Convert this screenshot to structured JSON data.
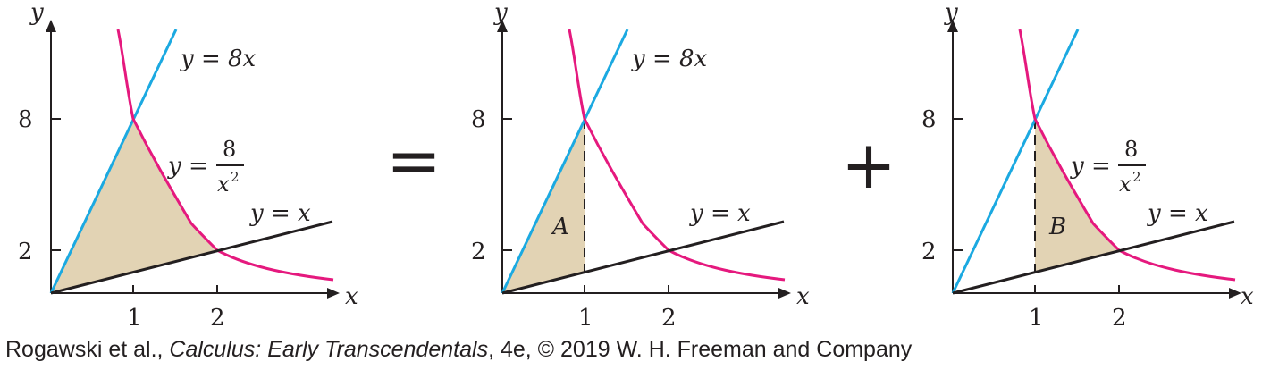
{
  "panels": [
    {
      "axis_x": "x",
      "axis_y": "y",
      "tick_x": [
        "1",
        "2"
      ],
      "tick_y": [
        "8",
        "2"
      ],
      "label_line_8x": "y = 8x",
      "label_line_x": "y = x",
      "label_curve_lhs": "y =",
      "label_curve_num": "8",
      "label_curve_den": "x",
      "label_curve_exp": "2",
      "region": ""
    },
    {
      "axis_x": "x",
      "axis_y": "y",
      "tick_x": [
        "1",
        "2"
      ],
      "tick_y": [
        "8",
        "2"
      ],
      "label_line_8x": "y = 8x",
      "label_line_x": "y = x",
      "region": "A"
    },
    {
      "axis_x": "x",
      "axis_y": "y",
      "tick_x": [
        "1",
        "2"
      ],
      "tick_y": [
        "8",
        "2"
      ],
      "label_line_x": "y = x",
      "label_curve_lhs": "y =",
      "label_curve_num": "8",
      "label_curve_den": "x",
      "label_curve_exp": "2",
      "region": "B"
    }
  ],
  "operators": {
    "equals": "=",
    "plus": "+"
  },
  "caption": {
    "authors": "Rogawski et al., ",
    "book": "Calculus: Early Transcendentals",
    "rest": ", 4e, © 2019 W. H. Freeman and Company"
  },
  "colors": {
    "line_8x": "#1ba9e1",
    "curve": "#e5197e",
    "line_x": "#231f20",
    "fill": "#e2d3b4",
    "axis": "#231f20"
  }
}
